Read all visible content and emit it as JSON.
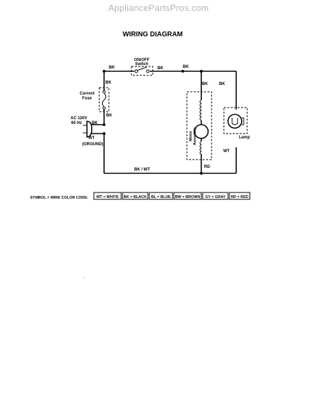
{
  "watermark": "AppliancePartsPros.com",
  "title": "WIRING DIAGRAM",
  "labels": {
    "switch_line1": "ON/OFF",
    "switch_line2": "Switch",
    "bk": "BK",
    "fuse_line1": "Current",
    "fuse_line2": "Fuse",
    "ac_line1": "AC 120V",
    "ac_line2": "60 Hz",
    "wt": "WT",
    "ground": "(GROUND)",
    "motor_line1": "Motor",
    "motor_line2": "Assembly",
    "lamp": "Lamp",
    "rd": "RD",
    "bkwt": "BK / WT"
  },
  "legend": {
    "prefix": "SYMBOL = WIRE COLOR CODE:",
    "codes": [
      "WT = WHITE",
      "BK = BLACK",
      "BL = BLUE",
      "BW = BROWN",
      "GY = GRAY",
      "RD = RED"
    ]
  }
}
